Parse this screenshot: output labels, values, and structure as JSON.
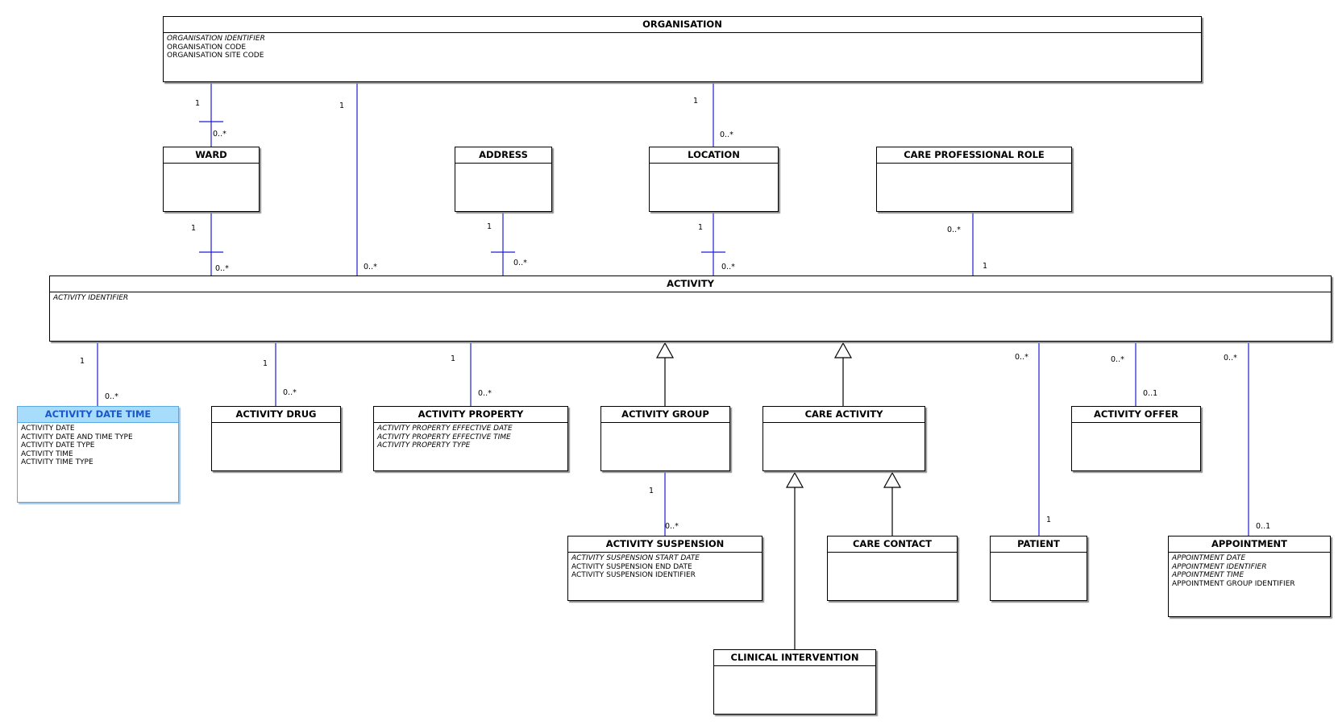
{
  "entities": {
    "organisation": {
      "name": "ORGANISATION",
      "attributes": [
        {
          "text": "ORGANISATION IDENTIFIER",
          "key": true
        },
        {
          "text": "ORGANISATION CODE",
          "key": false
        },
        {
          "text": "ORGANISATION SITE CODE",
          "key": false
        }
      ]
    },
    "ward": {
      "name": "WARD",
      "attributes": []
    },
    "address": {
      "name": "ADDRESS",
      "attributes": []
    },
    "location": {
      "name": "LOCATION",
      "attributes": []
    },
    "care_professional_role": {
      "name": "CARE PROFESSIONAL ROLE",
      "attributes": []
    },
    "activity": {
      "name": "ACTIVITY",
      "attributes": [
        {
          "text": "ACTIVITY IDENTIFIER",
          "key": true
        }
      ]
    },
    "activity_date_time": {
      "name": "ACTIVITY DATE TIME",
      "highlighted": true,
      "attributes": [
        {
          "text": "ACTIVITY DATE",
          "key": false
        },
        {
          "text": "ACTIVITY DATE AND TIME TYPE",
          "key": false
        },
        {
          "text": "ACTIVITY DATE TYPE",
          "key": false
        },
        {
          "text": "ACTIVITY TIME",
          "key": false
        },
        {
          "text": "ACTIVITY TIME TYPE",
          "key": false
        }
      ]
    },
    "activity_drug": {
      "name": "ACTIVITY DRUG",
      "attributes": []
    },
    "activity_property": {
      "name": "ACTIVITY PROPERTY",
      "attributes": [
        {
          "text": "ACTIVITY PROPERTY EFFECTIVE DATE",
          "key": true
        },
        {
          "text": "ACTIVITY PROPERTY EFFECTIVE TIME",
          "key": true
        },
        {
          "text": "ACTIVITY PROPERTY TYPE",
          "key": true
        }
      ]
    },
    "activity_group": {
      "name": "ACTIVITY GROUP",
      "attributes": []
    },
    "care_activity": {
      "name": "CARE ACTIVITY",
      "attributes": []
    },
    "activity_offer": {
      "name": "ACTIVITY OFFER",
      "attributes": []
    },
    "activity_suspension": {
      "name": "ACTIVITY SUSPENSION",
      "attributes": [
        {
          "text": "ACTIVITY SUSPENSION START DATE",
          "key": true
        },
        {
          "text": "ACTIVITY SUSPENSION END DATE",
          "key": false
        },
        {
          "text": "ACTIVITY SUSPENSION IDENTIFIER",
          "key": false
        }
      ]
    },
    "care_contact": {
      "name": "CARE CONTACT",
      "attributes": []
    },
    "patient": {
      "name": "PATIENT",
      "attributes": []
    },
    "appointment": {
      "name": "APPOINTMENT",
      "attributes": [
        {
          "text": "APPOINTMENT DATE",
          "key": true
        },
        {
          "text": "APPOINTMENT IDENTIFIER",
          "key": true
        },
        {
          "text": "APPOINTMENT TIME",
          "key": true
        },
        {
          "text": "APPOINTMENT GROUP IDENTIFIER",
          "key": false
        }
      ]
    },
    "clinical_intervention": {
      "name": "CLINICAL INTERVENTION",
      "attributes": []
    }
  },
  "multiplicities": {
    "org_ward_1": "1",
    "org_ward_many": "0..*",
    "org_activity_1": "1",
    "org_activity_many": "0..*",
    "org_location_1": "1",
    "org_location_many": "0..*",
    "ward_activity_1": "1",
    "ward_activity_many": "0..*",
    "address_activity_1": "1",
    "address_activity_many": "0..*",
    "location_activity_1": "1",
    "location_activity_many": "0..*",
    "cpr_activity_many": "0..*",
    "cpr_activity_1": "1",
    "activity_adt_1": "1",
    "activity_adt_many": "0..*",
    "activity_drug_1": "1",
    "activity_drug_many": "0..*",
    "activity_prop_1": "1",
    "activity_prop_many": "0..*",
    "group_susp_1": "1",
    "group_susp_many": "0..*",
    "activity_patient_many": "0..*",
    "activity_patient_1": "1",
    "activity_offer_many": "0..*",
    "activity_offer_01": "0..1",
    "activity_appt_many": "0..*",
    "activity_appt_01": "0..1"
  },
  "colors": {
    "association_line": "#1c1cd6",
    "generalization_line": "#000000",
    "highlight_header": "#a8dcfb",
    "highlight_text": "#1a55d0"
  }
}
